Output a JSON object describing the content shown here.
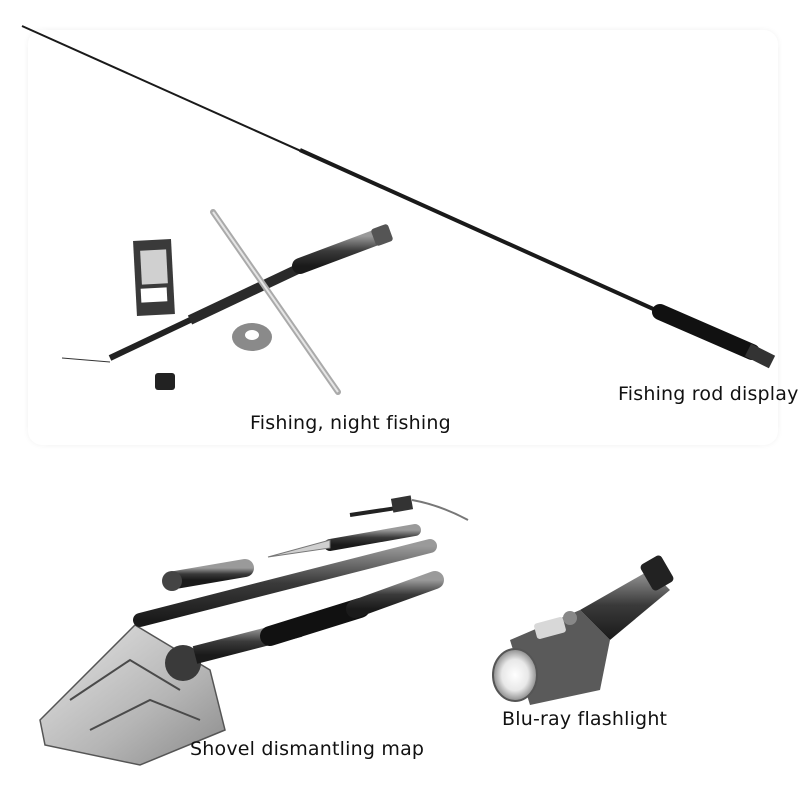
{
  "captions": {
    "fishing_rod_display": "Fishing rod display",
    "fishing_night_fishing": "Fishing, night fishing",
    "shovel_dismantling_map": "Shovel dismantling map",
    "blu_ray_flashlight": "Blu-ray flashlight"
  },
  "colors": {
    "background": "#ffffff",
    "metal_dark": "#2a2a2a",
    "metal_mid": "#6b6b6b",
    "metal_light": "#bdbdbd",
    "caption_text": "#111111"
  }
}
